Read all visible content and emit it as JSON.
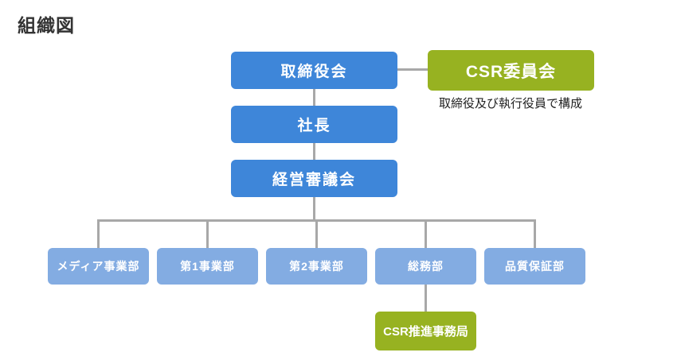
{
  "title": "組織図",
  "colors": {
    "node_blue": "#3e86d9",
    "node_light_blue": "#83ace2",
    "node_green": "#97b221",
    "connector_gray": "#a8a8a8",
    "title_text": "#333333",
    "note_text": "#222222"
  },
  "org": {
    "board": "取締役会",
    "csr_committee": "CSR委員会",
    "csr_committee_note": "取締役及び執行役員で構成",
    "president": "社長",
    "management_council": "経営審議会",
    "departments": [
      "メディア事業部",
      "第1事業部",
      "第2事業部",
      "総務部",
      "品質保証部"
    ],
    "csr_office": "CSR推進事務局"
  }
}
